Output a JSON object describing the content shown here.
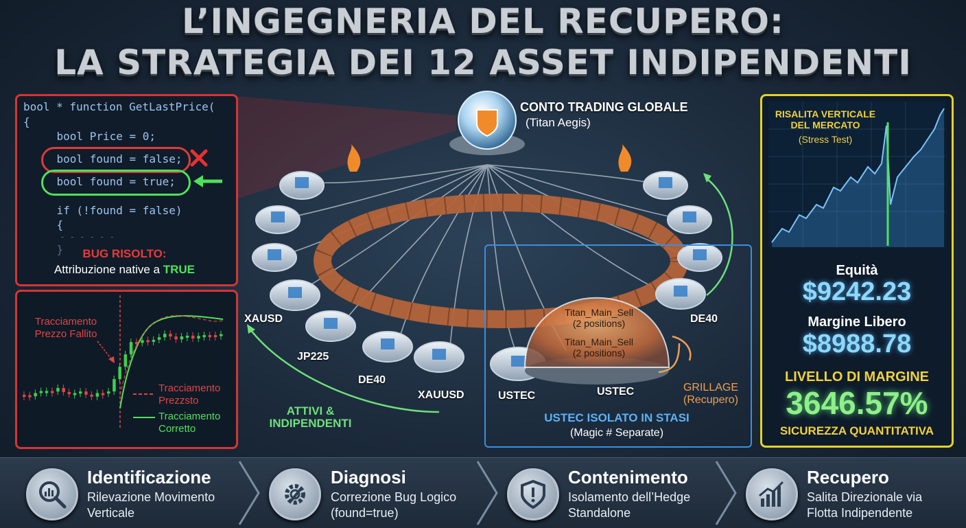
{
  "title": {
    "line1": "L’INGEGNERIA DEL RECUPERO:",
    "line2": "LA STRATEGIA DEI 12 ASSET INDIPENDENTI"
  },
  "code_panel": {
    "lines": [
      "bool * function GetLastPrice(",
      "{",
      "    bool Price = 0;",
      "    bool found = false;",
      "    bool found = true;",
      "",
      "    if (!found = false)",
      "    {",
      "      - - - - - -",
      "    }"
    ],
    "bug_title": "BUG RISOLTO:",
    "bug_sub_prefix": "Attribuzione native a ",
    "bug_sub_highlight": "TRUE"
  },
  "chart_panel": {
    "annotation": "Tracciamento Prezzo Fallito",
    "legend": [
      {
        "label": "Tracciamento Prezzsto",
        "color": "#e04545",
        "style": "dashed"
      },
      {
        "label": "Tracciamento Corretto",
        "color": "#4ee25a",
        "style": "solid"
      }
    ]
  },
  "center": {
    "global_title": "CONTO TRADING GLOBALE",
    "global_sub": "(Titan Aegis)",
    "nodes": [
      "XAUSD",
      "JP225",
      "DE40",
      "XAUUSD",
      "USTEC",
      "USTEC",
      "DE40"
    ],
    "active_label": "ATTIVI & INDIPENDENTI",
    "dome_lines": [
      "Titan_Main_Sell",
      "(2 positions)",
      "Titan_Main_Sell",
      "(2 positions)"
    ],
    "grillage": "GRILLAGE",
    "grillage_sub": "(Recupero)",
    "isolated_title": "USTEC ISOLATO IN STASI",
    "isolated_sub": "(Magic # Separate)"
  },
  "stats": {
    "chart_title": "RISALITA VERTICALE DEL MERCATO",
    "chart_sub": "(Stress Test)",
    "equity_label": "Equità",
    "equity_value": "$9242.23",
    "free_margin_label": "Margine Libero",
    "free_margin_value": "$8988.78",
    "margin_level_label": "LIVELLO DI MARGINE",
    "margin_level_value": "3646.57%",
    "footer": "SICUREZZA QUANTITATIVA"
  },
  "steps": [
    {
      "title": "Identificazione",
      "desc1": "Rilevazione Movimento",
      "desc2": "Verticale",
      "icon": "magnifier-chart-icon"
    },
    {
      "title": "Diagnosi",
      "desc1": "Correzione Bug Logico",
      "desc2": "(found=true)",
      "icon": "gear-wrench-icon"
    },
    {
      "title": "Contenimento",
      "desc1": "Isolamento dell’Hedge",
      "desc2": "Standalone",
      "icon": "shield-alert-icon"
    },
    {
      "title": "Recupero",
      "desc1": "Salita Direzionale via",
      "desc2": "Flotta Indipendente",
      "icon": "rising-chart-icon"
    }
  ],
  "colors": {
    "accent_red": "#d53535",
    "accent_yellow": "#e3d328",
    "accent_blue": "#3a8fe0",
    "accent_green": "#4ee25a"
  }
}
